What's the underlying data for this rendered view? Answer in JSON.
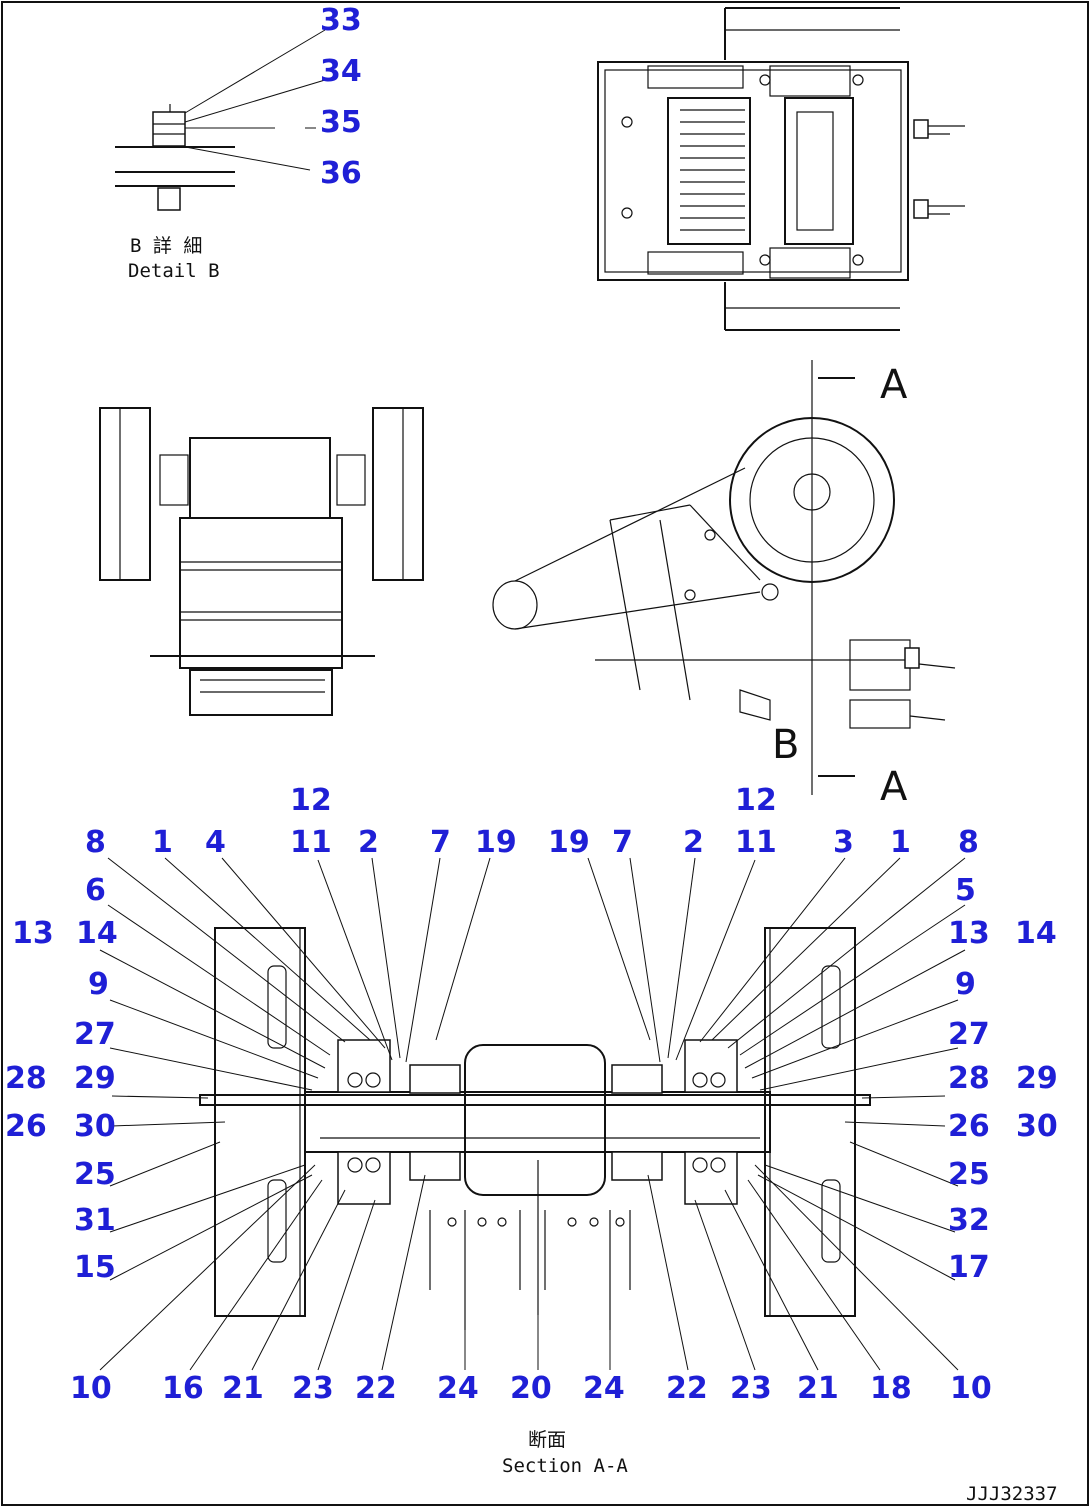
{
  "colors": {
    "callout": "#1f1fd6",
    "line": "#111111",
    "background": "#ffffff"
  },
  "detail_b": {
    "caption_jp": "B 詳 細",
    "caption_en": "Detail B"
  },
  "section": {
    "caption_jp": "断面",
    "caption_en": "Section A-A"
  },
  "view_letters": {
    "a_top": "A",
    "a_bottom": "A",
    "b": "B"
  },
  "drawing_code": "JJJ32337",
  "callouts": {
    "d33": "33",
    "d34": "34",
    "d35": "35",
    "d36": "36",
    "l12": "12",
    "l8": "8",
    "l1": "1",
    "l4": "4",
    "l11": "11",
    "l2": "2",
    "l7": "7",
    "l19": "19",
    "l6": "6",
    "l13": "13",
    "l14": "14",
    "l9": "9",
    "l27": "27",
    "l28": "28",
    "l29": "29",
    "l26": "26",
    "l30": "30",
    "l25": "25",
    "l31": "31",
    "l15": "15",
    "r12": "12",
    "r19": "19",
    "r7": "7",
    "r2": "2",
    "r11": "11",
    "r3": "3",
    "r1": "1",
    "r8": "8",
    "r5": "5",
    "r13": "13",
    "r14": "14",
    "r9": "9",
    "r27": "27",
    "r28": "28",
    "r29": "29",
    "r26": "26",
    "r30": "30",
    "r25": "25",
    "r32": "32",
    "r17": "17",
    "b10a": "10",
    "b16": "16",
    "b21a": "21",
    "b23a": "23",
    "b22a": "22",
    "b24a": "24",
    "b20": "20",
    "b24b": "24",
    "b22b": "22",
    "b23b": "23",
    "b21b": "21",
    "b18": "18",
    "b10b": "10"
  }
}
